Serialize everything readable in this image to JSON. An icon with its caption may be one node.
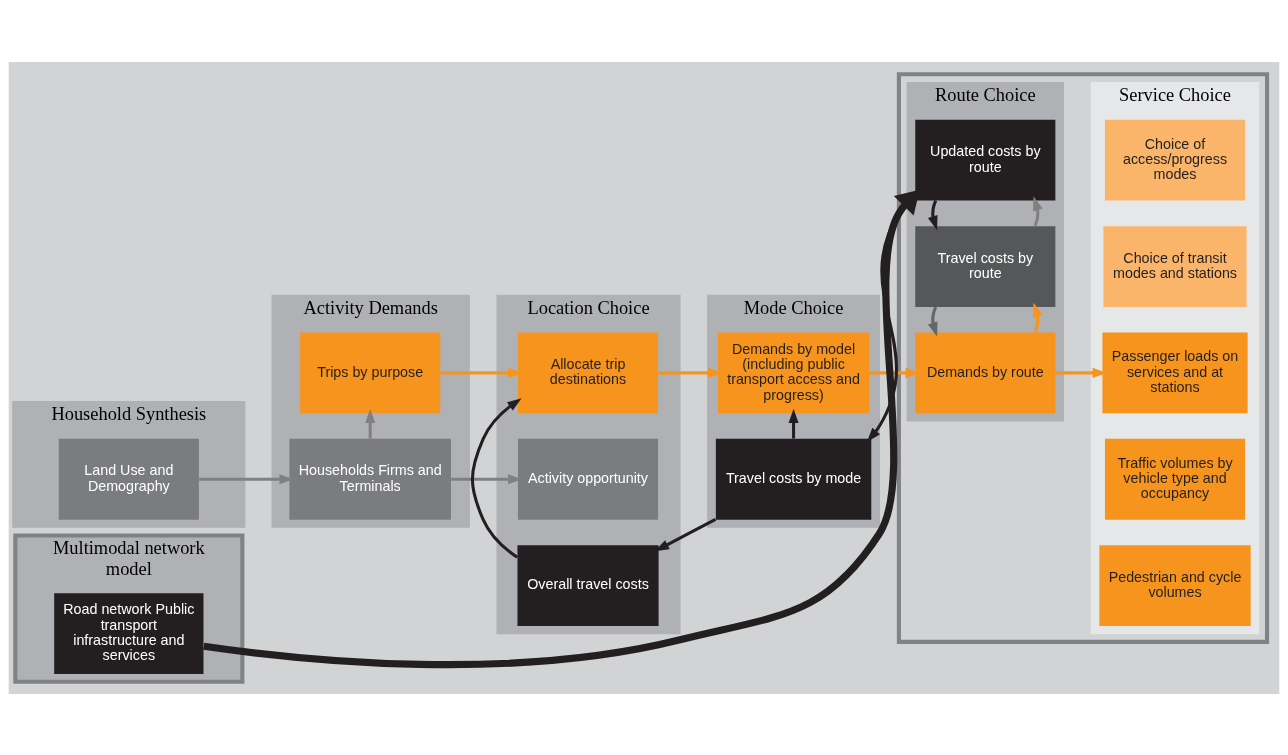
{
  "diagram": {
    "nodes": [
      {
        "text": [
          "Household Synthesis"
        ]
      },
      {
        "text": [
          "Land Use and Demography"
        ],
        "in": 0
      },
      {
        "text": [
          "Activity Demands"
        ]
      },
      {
        "text": [
          "Households Firms and Terminals"
        ],
        "in": 2
      },
      {
        "text": [
          "Trips by purpose"
        ],
        "in": 2
      },
      {
        "text": [
          "Location Choice"
        ]
      },
      {
        "text": [
          "Activity opportunity"
        ],
        "in": 5
      },
      {
        "text": [
          "Allocate trip destinations"
        ],
        "in": 5
      },
      {
        "text": [
          "Overall travel costs"
        ],
        "in": 5
      },
      {
        "text": [
          "Mode Choice"
        ]
      },
      {
        "text": [
          "Demands by model (including public transport access and progress)"
        ],
        "in": 9
      },
      {
        "text": [
          "Travel costs by mode"
        ],
        "in": 9
      },
      {
        "text": [],
        "shape": "box"
      },
      {
        "text": [
          "Route Choice"
        ],
        "in": 12
      },
      {
        "text": [
          "Demands by route"
        ],
        "in": 13
      },
      {
        "text": [
          "Travel costs by route"
        ],
        "in": 13
      },
      {
        "text": [
          "Updated costs by route"
        ],
        "in": 13
      },
      {
        "text": [
          "Service Choice"
        ],
        "in": 12
      },
      {
        "text": [
          "Choice of access/progress modes"
        ],
        "in": 17
      },
      {
        "text": [
          "Choice of transit modes and stations"
        ],
        "in": 17
      },
      {
        "text": [
          "Passenger loads on services and at stations"
        ],
        "in": 17
      },
      {
        "text": [
          "Traffic volumes by vehicle type and occupancy"
        ],
        "in": 17
      },
      {
        "text": [
          "Pedestrian and cycle volumes"
        ],
        "in": 17
      },
      {
        "text": [
          "Multimodal network model"
        ]
      },
      {
        "text": [
          "Road network Public transport infrastructure and services"
        ],
        "in": 23
      }
    ],
    "edges": [
      {
        "from": 1,
        "to": 3,
        "arrow": "to",
        "color": "#808080"
      },
      {
        "from": 3,
        "to": 6,
        "arrow": "to",
        "color": "#808080"
      },
      {
        "from": 3,
        "to": 4,
        "arrow": "to",
        "color": "#808080"
      },
      {
        "from": 4,
        "to": 7,
        "arrow": "to",
        "color": "#f7941d"
      },
      {
        "from": 7,
        "to": 10,
        "arrow": "to",
        "color": "#f7941d"
      },
      {
        "from": 10,
        "to": 14,
        "arrow": "to",
        "color": "#f7941d"
      },
      {
        "from": 14,
        "to": 20,
        "arrow": "to",
        "color": "#f7941d"
      },
      {
        "from": 14,
        "to": 15,
        "arrow": "to",
        "color": "#f7941d"
      },
      {
        "from": 15,
        "to": 14,
        "arrow": "to",
        "color": "#666666"
      },
      {
        "from": 15,
        "to": 16,
        "arrow": "to",
        "color": "#808080"
      },
      {
        "from": 16,
        "to": 15,
        "arrow": "to",
        "color": "#231f20"
      },
      {
        "from": 16,
        "to": 11,
        "arrow": "to",
        "color": "#231f20"
      },
      {
        "from": 11,
        "to": 8,
        "arrow": "to",
        "color": "#231f20"
      },
      {
        "from": 8,
        "to": 7,
        "arrow": "to",
        "color": "#231f20"
      },
      {
        "from": 11,
        "to": 10,
        "arrow": "to",
        "color": "#231f20"
      },
      {
        "from": 24,
        "to": 16,
        "arrow": "to",
        "style": "thick",
        "color": "#231f20"
      }
    ]
  }
}
